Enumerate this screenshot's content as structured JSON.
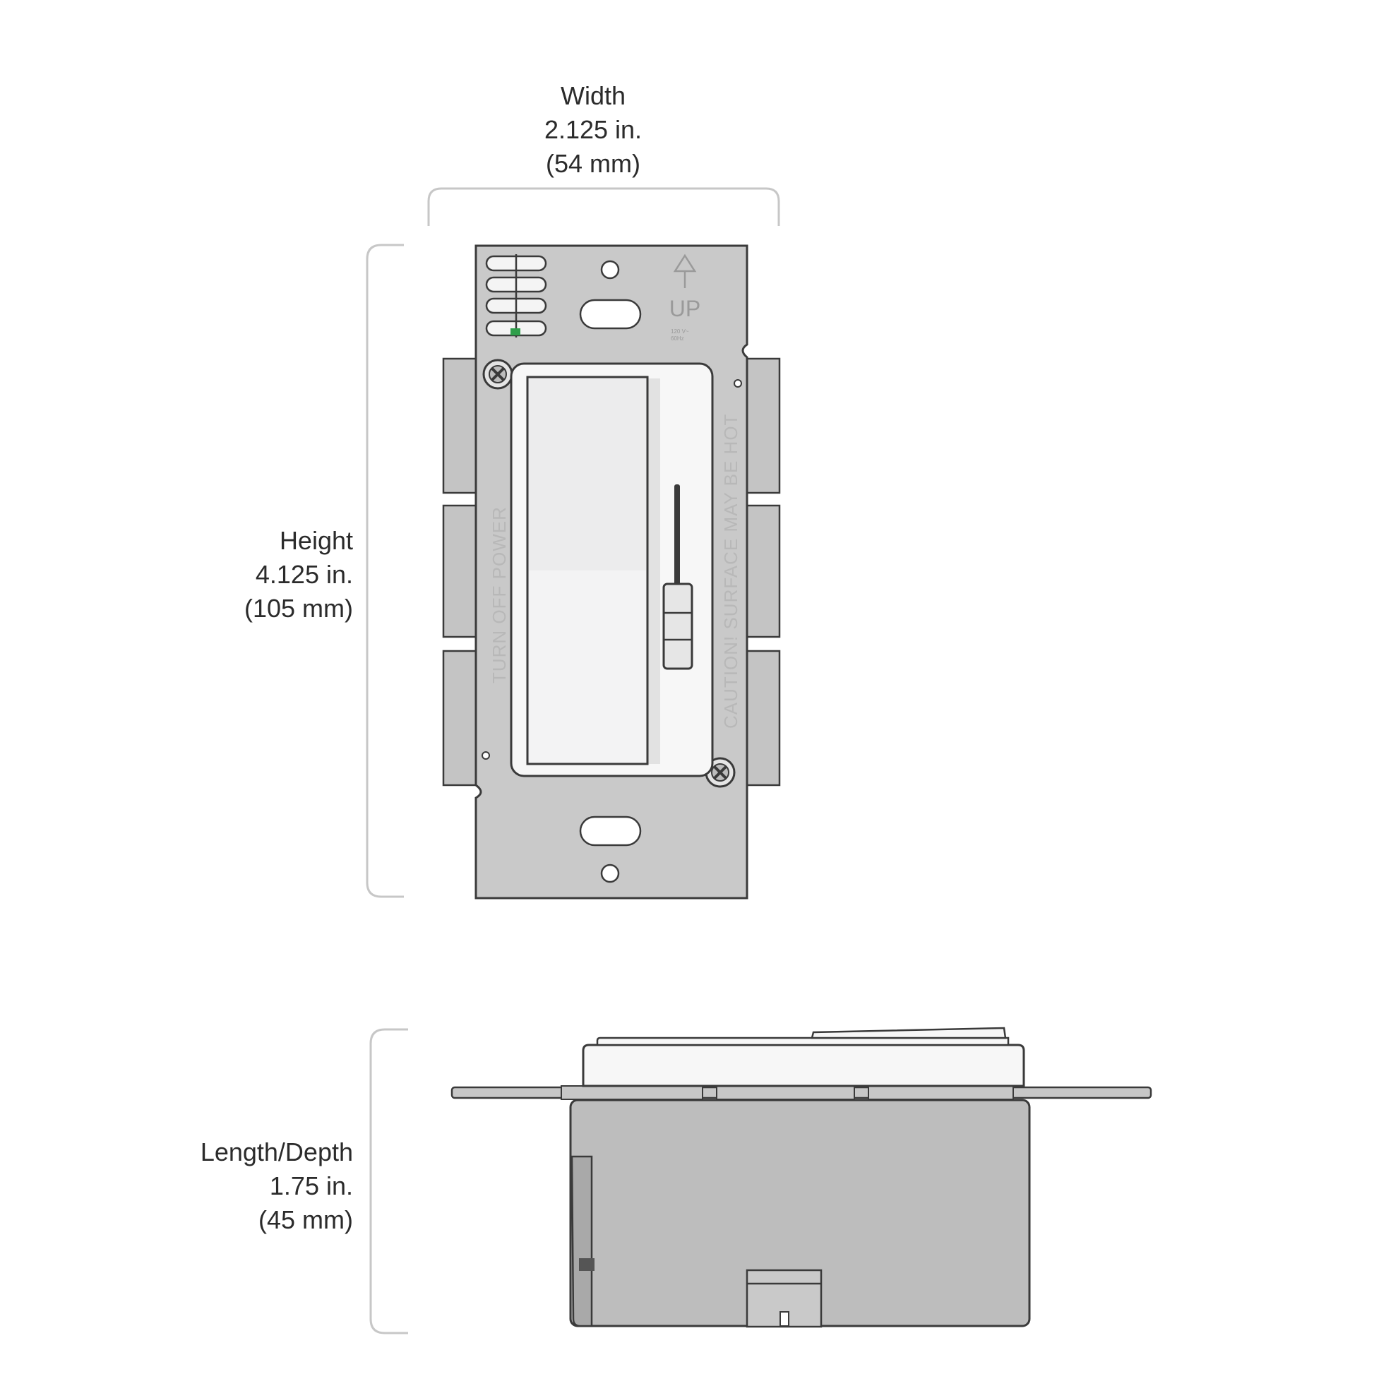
{
  "dimensions": {
    "width": {
      "label": "Width",
      "imperial": "2.125 in.",
      "metric": "(54 mm)"
    },
    "height": {
      "label": "Height",
      "imperial": "4.125 in.",
      "metric": "(105 mm)"
    },
    "depth": {
      "label": "Length/Depth",
      "imperial": "1.75 in.",
      "metric": "(45 mm)"
    }
  },
  "plate_markings": {
    "up": "UP",
    "rating_line1": "120 V~",
    "rating_line2": "60Hz",
    "left_vertical": "TURN   OFF   POWER",
    "right_vertical": "CAUTION! SURFACE MAY BE HOT"
  },
  "colors": {
    "strap": "#c9c9c9",
    "body": "#bdbdbd",
    "face": "#f7f7f7",
    "paddle": "#e9e9ea",
    "outline": "#3a3a3a",
    "bracket": "#c7c7c7",
    "indicator": "#2f9e4a"
  }
}
